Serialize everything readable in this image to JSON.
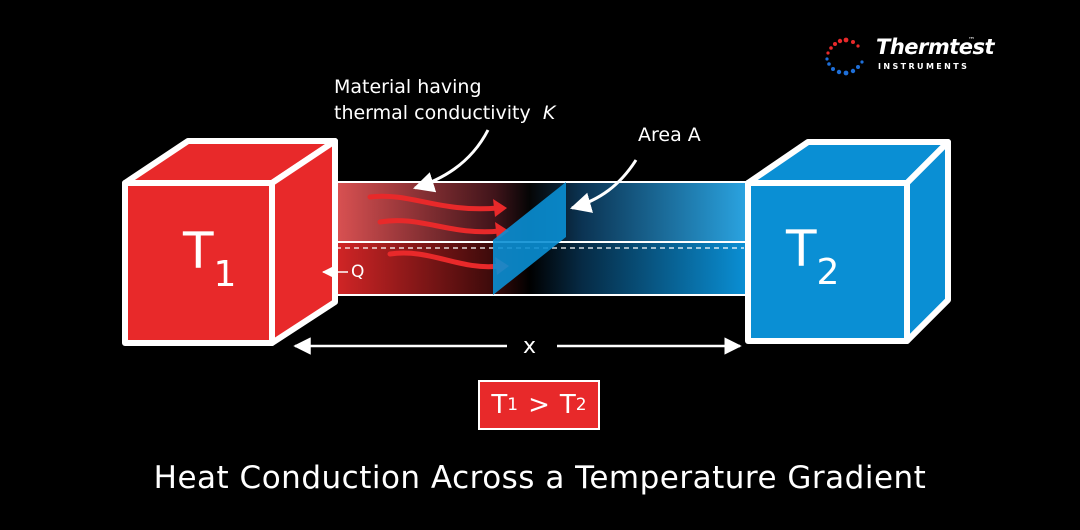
{
  "brand": {
    "name": "Thermtest",
    "tm": "™",
    "subtitle": "INSTRUMENTS"
  },
  "labels": {
    "material_line1": "Material having",
    "material_line2": "thermal conductivity",
    "material_symbol": "K",
    "area": "Area A",
    "heat": "Q",
    "distance": "x"
  },
  "cubes": {
    "hot": {
      "symbol": "T",
      "sub": "1",
      "color": "#e8292a"
    },
    "cold": {
      "symbol": "T",
      "sub": "2",
      "color": "#0a8fd4"
    }
  },
  "condition": {
    "left": "T",
    "left_sub": "1",
    "op": ">",
    "right": "T",
    "right_sub": "2"
  },
  "title": "Heat Conduction Across a Temperature Gradient"
}
